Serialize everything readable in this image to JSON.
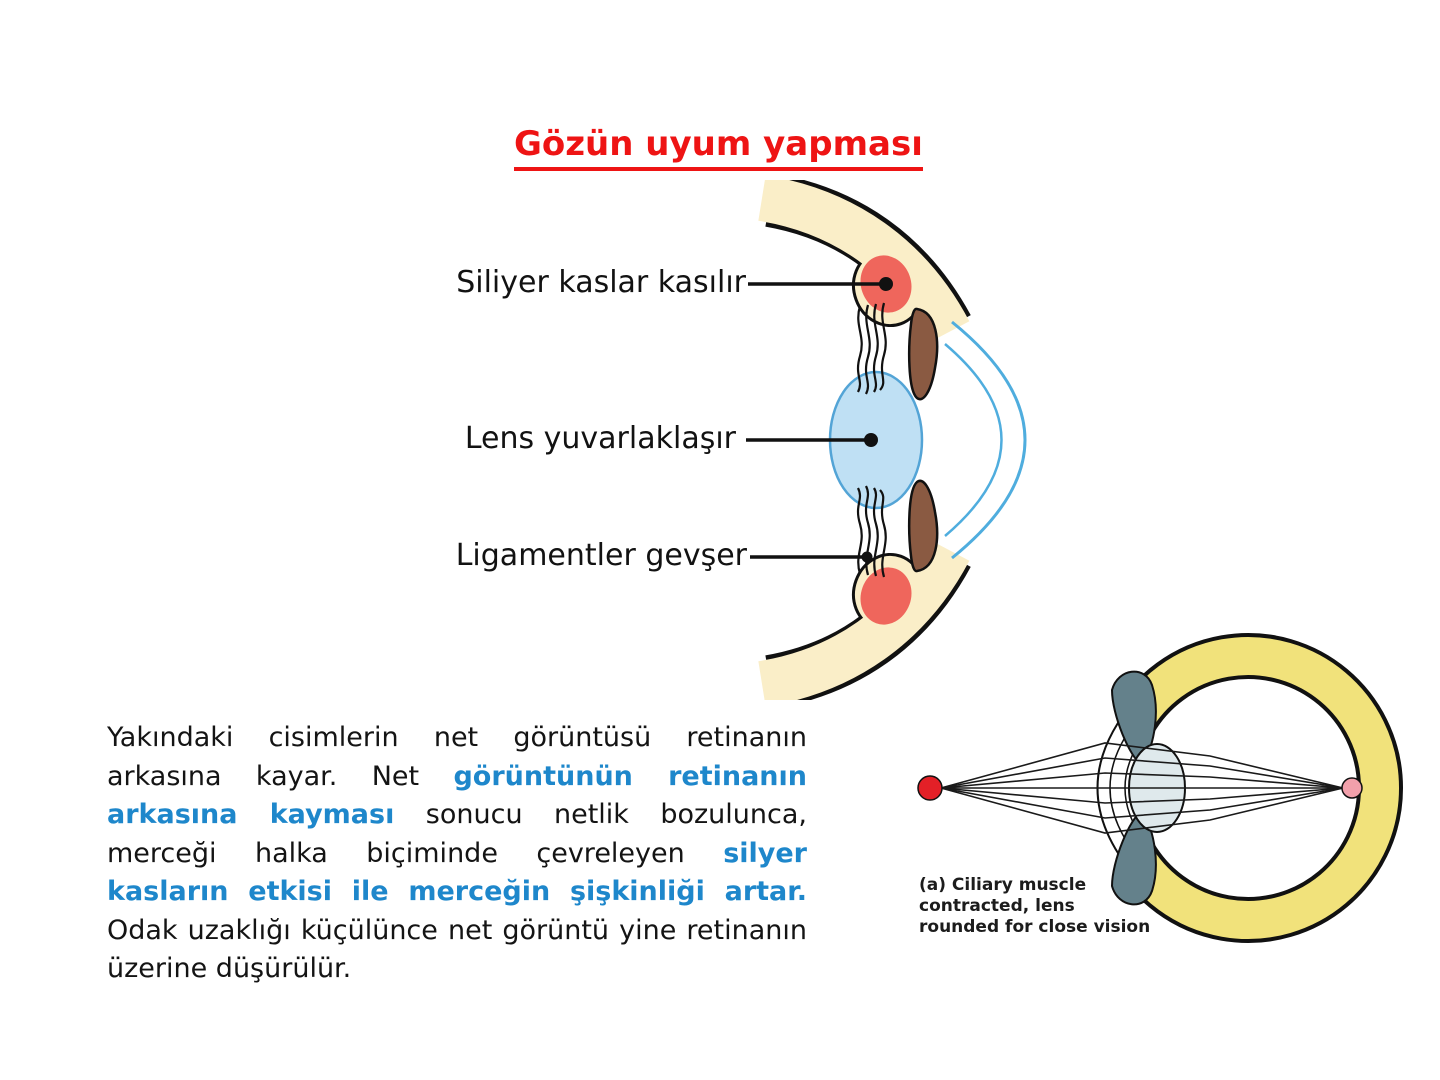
{
  "title": {
    "text": "Gözün uyum yapması"
  },
  "diagram_labels": {
    "ciliary": "Siliyer kaslar kasılır",
    "lens": "Lens yuvarlaklaşır",
    "ligaments": "Ligamentler gevşer"
  },
  "paragraph": {
    "segments": [
      {
        "text": "Yakındaki cisimlerin net görüntüsü retinanın arkasına kayar. Net ",
        "color": "black"
      },
      {
        "text": "görüntünün retinanın arkasına kayması",
        "color": "blue"
      },
      {
        "text": " sonucu netlik bozulunca, merceği halka biçiminde çevreleyen ",
        "color": "black"
      },
      {
        "text": "silyer kasların etkisi ile merceğin şişkinliği artar.",
        "color": "blue"
      },
      {
        "text": " Odak uzaklığı küçülünce net görüntü yine retinanın üzerine düşürülür.",
        "color": "black"
      }
    ]
  },
  "small_diagram": {
    "caption": "(a) Ciliary muscle\ncontracted, lens\nrounded for close vision"
  },
  "colors": {
    "title_red": "#ee1414",
    "text_black": "#141414",
    "text_blue": "#1e87cb",
    "sclera_cream": "#faeec8",
    "ciliary_red": "#ef665c",
    "iris_brown": "#8a5a42",
    "lens_fill": "#bfe0f4",
    "lens_stroke": "#53a4d6",
    "cornea_blue": "#4fadde",
    "ring_yellow": "#f1e27b",
    "ciliary_gray": "#64818b",
    "small_lens_fill": "#dfe9ec",
    "ray_red": "#e32027",
    "focus_pink": "#f2a0ab",
    "line_black": "#111111"
  }
}
